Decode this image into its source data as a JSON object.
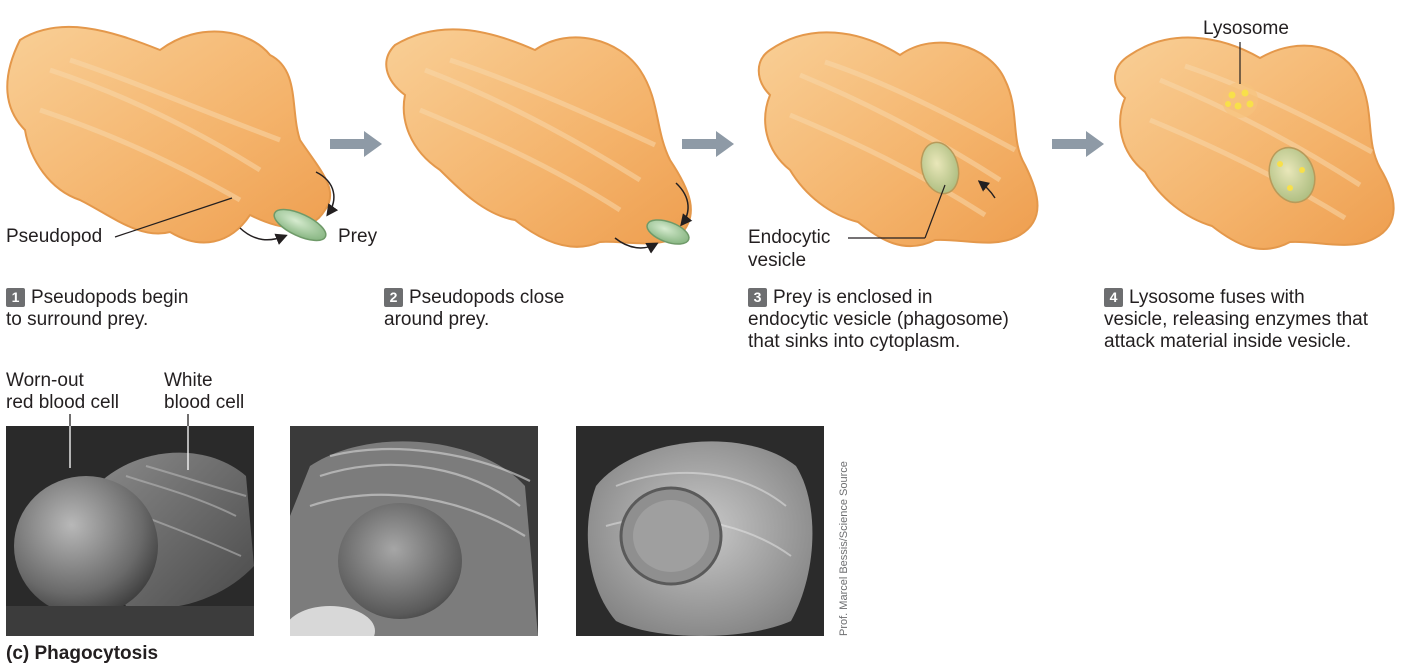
{
  "labels": {
    "pseudopod": "Pseudopod",
    "prey": "Prey",
    "endocytic_vesicle_line1": "Endocytic",
    "endocytic_vesicle_line2": "vesicle",
    "lysosome": "Lysosome"
  },
  "steps": [
    {
      "number": "1",
      "line1": "Pseudopods begin",
      "line2": "to surround prey.",
      "line3": ""
    },
    {
      "number": "2",
      "line1": "Pseudopods close",
      "line2": "around prey.",
      "line3": ""
    },
    {
      "number": "3",
      "line1": "Prey is enclosed in",
      "line2": "endocytic vesicle (phagosome)",
      "line3": "that sinks into cytoplasm."
    },
    {
      "number": "4",
      "line1": "Lysosome fuses with",
      "line2": "vesicle, releasing enzymes that",
      "line3": "attack material inside vesicle."
    }
  ],
  "micrograph_labels": {
    "red_cell_line1": "Worn-out",
    "red_cell_line2": "red blood cell",
    "white_cell_line1": "White",
    "white_cell_line2": "blood cell"
  },
  "credit": "Prof. Marcel Bessis/Science Source",
  "figure_title": "(c)  Phagocytosis",
  "colors": {
    "cell_fill": "#f4b572",
    "cell_edge": "#e59a4c",
    "prey_fill": "#9fc79a",
    "arrow_gray": "#8e9aa6",
    "badge_gray": "#6d6e70"
  }
}
